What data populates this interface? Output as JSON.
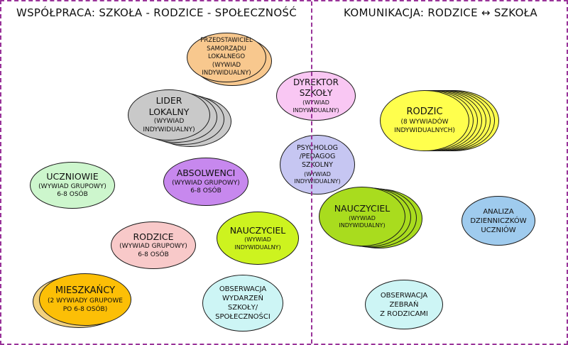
{
  "panels": [
    {
      "title": "WSPÓŁPRACA: SZKOŁA - RODZICE - SPOŁECZNOŚĆ"
    },
    {
      "title": "KOMUNIKACJA: RODZICE ↔ SZKOŁA"
    }
  ],
  "border_color": "#993399",
  "nodes": [
    {
      "id": "przedstawiciel-samorzadu",
      "title": "PRZEDSTAWICIEL\nSAMORZĄDU\nLOKALNEGO",
      "subtitle": "(WYWIAD\nINDYWIDUALNY)",
      "color": "#F8C88E",
      "stack": 2,
      "panel": "wspolpraca"
    },
    {
      "id": "lider-lokalny",
      "title": "LIDER\nLOKALNY",
      "subtitle": "(WYWIAD\nINDYWIDUALNY)",
      "color": "#C9C9C9",
      "stack": 4,
      "panel": "wspolpraca"
    },
    {
      "id": "dyrektor-szkoly",
      "title": "DYREKTOR\nSZKOŁY",
      "subtitle": "(WYWIAD\nINDYWIDUALNY)",
      "color": "#F9C7F3",
      "stack": 1,
      "panel": "both"
    },
    {
      "id": "rodzic",
      "title": "RODZIC",
      "subtitle": "(8 WYWIADÓW\nINDYWIDUALNYCH)",
      "color": "#FFFF4D",
      "stack": 8,
      "panel": "komunikacja"
    },
    {
      "id": "psycholog-pedagog",
      "title": "PSYCHOLOG\n/PEDAGOG\nSZKOLNY",
      "subtitle": "(WYWIAD\nINDYWIDUALNY)",
      "color": "#C6C6F2",
      "stack": 1,
      "panel": "both"
    },
    {
      "id": "absolwenci",
      "title": "ABSOLWENCI",
      "subtitle": "(WYWIAD GRUPOWY)\n6-8 OSÓB",
      "color": "#C788EE",
      "stack": 1,
      "panel": "wspolpraca"
    },
    {
      "id": "uczniowie",
      "title": "UCZNIOWIE",
      "subtitle": "(WYWIAD GRUPOWY)\n6-8 OSÓB",
      "color": "#CDF6CD",
      "stack": 1,
      "panel": "wspolpraca"
    },
    {
      "id": "nauczyciel-komunikacja",
      "title": "NAUCZYCIEL",
      "subtitle": "(WYWIAD\nINDYWIDUALNY)",
      "color": "#A9DC1E",
      "stack": 4,
      "panel": "komunikacja"
    },
    {
      "id": "analiza-dzienniczkow",
      "title": "ANALIZA\nDZIENNICZKÓW\nUCZNIÓW",
      "subtitle": "",
      "color": "#9FCBEE",
      "stack": 1,
      "panel": "komunikacja"
    },
    {
      "id": "nauczyciel-wspolpraca",
      "title": "NAUCZYCIEL",
      "subtitle": "(WYWIAD\nINDYWIDUALNY)",
      "color": "#CDF31F",
      "stack": 1,
      "panel": "wspolpraca"
    },
    {
      "id": "rodzice",
      "title": "RODZICE",
      "subtitle": "(WYWIAD GRUPOWY)\n6-8 OSÓB",
      "color": "#F8C9C9",
      "stack": 1,
      "panel": "wspolpraca"
    },
    {
      "id": "mieszkancy",
      "title": "MIESZKAŃCY",
      "subtitle": "(2 WYWIADY GRUPOWE\nPO 6-8 OSÓB)",
      "color": "#FCBF06",
      "stack": 2,
      "panel": "wspolpraca"
    },
    {
      "id": "obserwacja-wydarzen",
      "title": "OBSERWACJA\nWYDARZEŃ\nSZKOŁY/\nSPOŁECZNOŚCI",
      "subtitle": "",
      "color": "#CDF5F5",
      "stack": 1,
      "panel": "wspolpraca"
    },
    {
      "id": "obserwacja-zebran",
      "title": "OBSERWACJA\nZEBRAŃ\nZ RODZICAMI",
      "subtitle": "",
      "color": "#CDF5F5",
      "stack": 1,
      "panel": "komunikacja"
    }
  ]
}
